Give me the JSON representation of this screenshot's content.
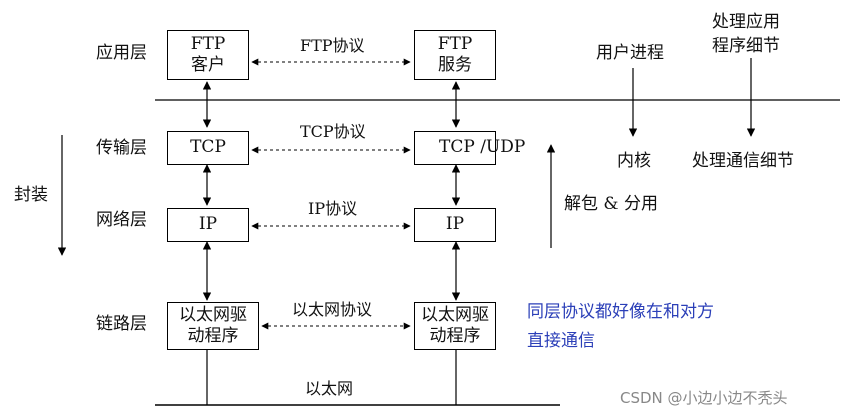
{
  "layers": {
    "application": "应用层",
    "transport": "传输层",
    "network": "网络层",
    "link": "链路层"
  },
  "encapsulation": "封装",
  "left_stack": {
    "app_line1": "FTP",
    "app_line2": "客户",
    "transport": "TCP",
    "network": "IP",
    "link_line1": "以太网驱",
    "link_line2": "动程序"
  },
  "right_stack": {
    "app_line1": "FTP",
    "app_line2": "服务",
    "transport": "TCP /UDP",
    "network": "IP",
    "link_line1": "以太网驱",
    "link_line2": "动程序"
  },
  "protocols": {
    "app": "FTP协议",
    "transport": "TCP协议",
    "network": "IP协议",
    "link": "以太网协议"
  },
  "medium": "以太网",
  "annotations": {
    "user_process": "用户进程",
    "app_details_line1": "处理应用",
    "app_details_line2": "程序细节",
    "kernel": "内核",
    "comm_details": "处理通信细节",
    "demux": "解包 & 分用",
    "peer_line1": "同层协议都好像在和对方",
    "peer_line2": "直接通信"
  },
  "watermark": "CSDN @小边小边不秃头",
  "colors": {
    "blue_text": "#2b3fb8",
    "watermark": "#888888"
  }
}
